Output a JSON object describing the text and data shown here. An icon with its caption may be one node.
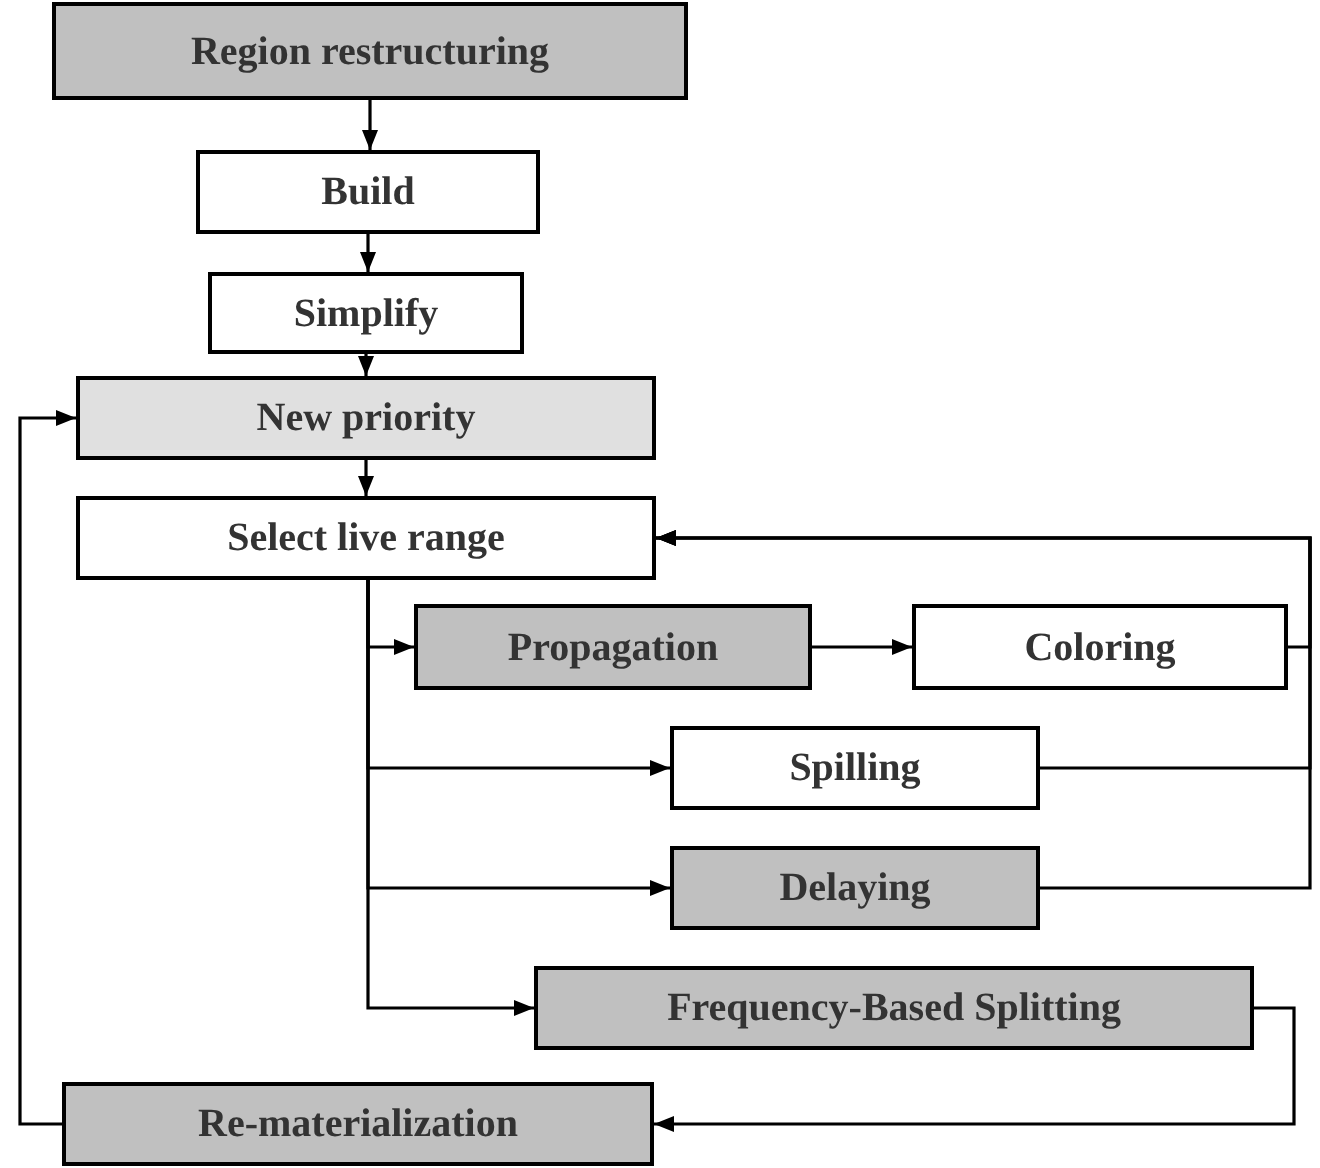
{
  "diagram": {
    "nodes": [
      {
        "text": [
          "Region restructuring"
        ]
      },
      {
        "text": [
          "Build"
        ]
      },
      {
        "text": [
          "Simplify"
        ]
      },
      {
        "text": [
          "New priority"
        ]
      },
      {
        "text": [
          "Select live range"
        ]
      },
      {
        "text": [
          "Propagation"
        ]
      },
      {
        "text": [
          "Coloring"
        ]
      },
      {
        "text": [
          "Spilling"
        ]
      },
      {
        "text": [
          "Delaying"
        ]
      },
      {
        "text": [
          "Frequency-Based Splitting"
        ]
      },
      {
        "text": [
          "Re-materialization"
        ]
      }
    ],
    "edges": [
      {
        "from": 0,
        "to": 1,
        "arrow": "to"
      },
      {
        "from": 1,
        "to": 2,
        "arrow": "to"
      },
      {
        "from": 2,
        "to": 3,
        "arrow": "to"
      },
      {
        "from": 3,
        "to": 4,
        "arrow": "to"
      },
      {
        "from": 4,
        "to": 5,
        "arrow": "to"
      },
      {
        "from": 5,
        "to": 6,
        "arrow": "to"
      },
      {
        "from": 4,
        "to": 7,
        "arrow": "to"
      },
      {
        "from": 4,
        "to": 8,
        "arrow": "to"
      },
      {
        "from": 4,
        "to": 9,
        "arrow": "to"
      },
      {
        "from": 6,
        "to": 4,
        "arrow": "to"
      },
      {
        "from": 7,
        "to": 4,
        "arrow": "to"
      },
      {
        "from": 8,
        "to": 4,
        "arrow": "to"
      },
      {
        "from": 9,
        "to": 10,
        "arrow": "to"
      },
      {
        "from": 10,
        "to": 3,
        "arrow": "to"
      }
    ]
  }
}
